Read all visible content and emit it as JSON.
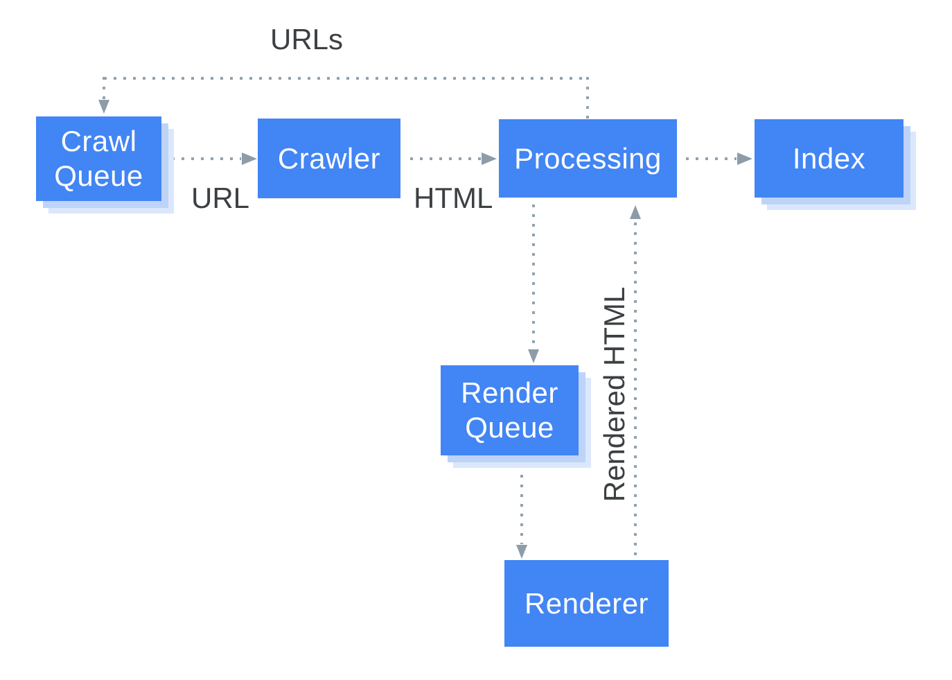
{
  "diagram": {
    "description": "Google crawl / render / index pipeline flowchart",
    "nodes": [
      {
        "id": "crawl-queue",
        "label": "Crawl Queue",
        "shadowed": true
      },
      {
        "id": "crawler",
        "label": "Crawler",
        "shadowed": false
      },
      {
        "id": "processing",
        "label": "Processing",
        "shadowed": false
      },
      {
        "id": "index",
        "label": "Index",
        "shadowed": true
      },
      {
        "id": "render-queue",
        "label": "Render Queue",
        "shadowed": true
      },
      {
        "id": "renderer",
        "label": "Renderer",
        "shadowed": false
      }
    ],
    "edges": [
      {
        "from": "processing",
        "to": "crawl-queue",
        "label": "URLs",
        "style": "dotted"
      },
      {
        "from": "crawl-queue",
        "to": "crawler",
        "label": "URL",
        "style": "dotted"
      },
      {
        "from": "crawler",
        "to": "processing",
        "label": "HTML",
        "style": "dotted"
      },
      {
        "from": "processing",
        "to": "index",
        "label": "",
        "style": "dotted"
      },
      {
        "from": "processing",
        "to": "render-queue",
        "label": "",
        "style": "dotted"
      },
      {
        "from": "render-queue",
        "to": "renderer",
        "label": "",
        "style": "dotted"
      },
      {
        "from": "renderer",
        "to": "processing",
        "label": "Rendered HTML",
        "style": "dotted"
      }
    ],
    "colors": {
      "node_fill": "#4285f4",
      "node_text": "#ffffff",
      "node_shadow_inner": "#bed3f8",
      "node_shadow_outer": "#dbe7fc",
      "connector_dots": "#8fa3b2",
      "arrowhead": "#8d9ca9",
      "edge_label_text": "#3c4043",
      "background": "#ffffff"
    }
  }
}
